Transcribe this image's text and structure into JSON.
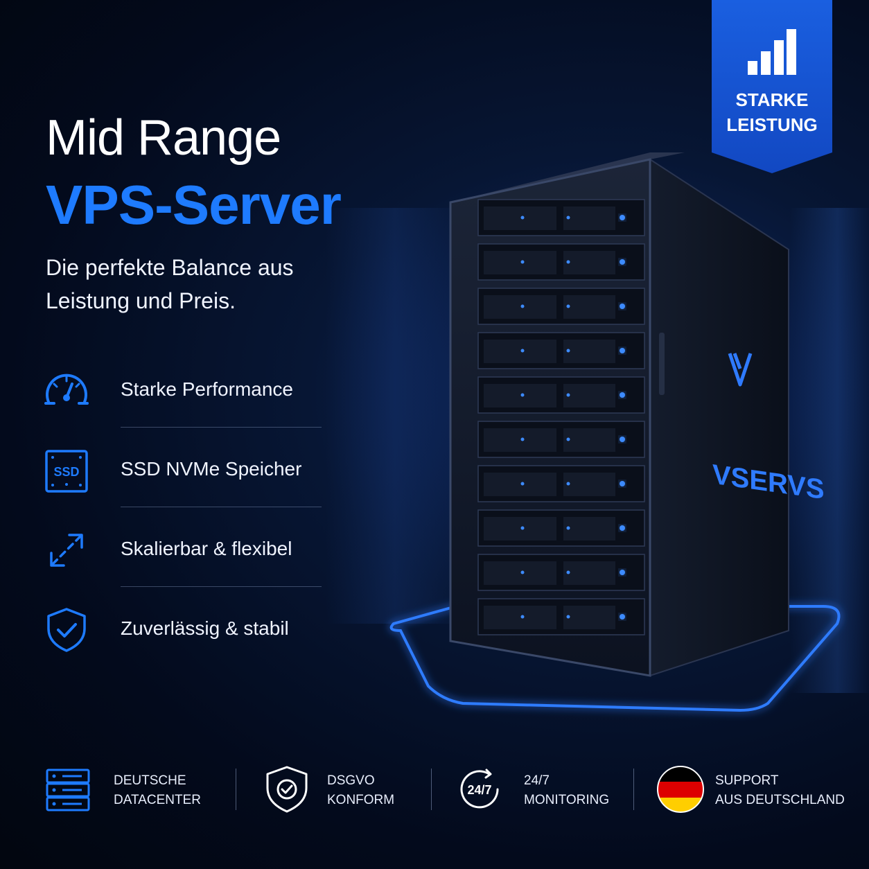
{
  "hero": {
    "title_line1": "Mid Range",
    "title_line2": "VPS-Server",
    "subtitle": "Die perfekte Balance aus Leistung und Preis."
  },
  "badge": {
    "line1": "STARKE",
    "line2": "LEISTUNG",
    "icon": "bar-chart-icon"
  },
  "features": [
    {
      "label": "Starke Performance",
      "icon": "speedometer-icon"
    },
    {
      "label": "SSD NVMe Speicher",
      "icon": "ssd-icon",
      "icon_text": "SSD"
    },
    {
      "label": "Skalierbar & flexibel",
      "icon": "expand-arrows-icon"
    },
    {
      "label": "Zuverlässig & stabil",
      "icon": "shield-check-icon"
    }
  ],
  "server": {
    "brand": "VSERVS",
    "logo": "V"
  },
  "bottom": [
    {
      "line1": "DEUTSCHE",
      "line2": "DATACENTER",
      "icon": "server-rack-icon"
    },
    {
      "line1": "DSGVO",
      "line2": "KONFORM",
      "icon": "shield-check-icon"
    },
    {
      "line1": "24/7",
      "line2": "MONITORING",
      "icon": "clock-24-7-icon",
      "icon_text": "24/7"
    },
    {
      "line1": "SUPPORT",
      "line2": "AUS DEUTSCHLAND",
      "icon": "german-flag-icon"
    }
  ],
  "colors": {
    "accent": "#1e7bff",
    "badge": "#1a5fe0",
    "glow": "#2f7bff",
    "flag_black": "#000000",
    "flag_red": "#dd0000",
    "flag_gold": "#ffce00"
  }
}
